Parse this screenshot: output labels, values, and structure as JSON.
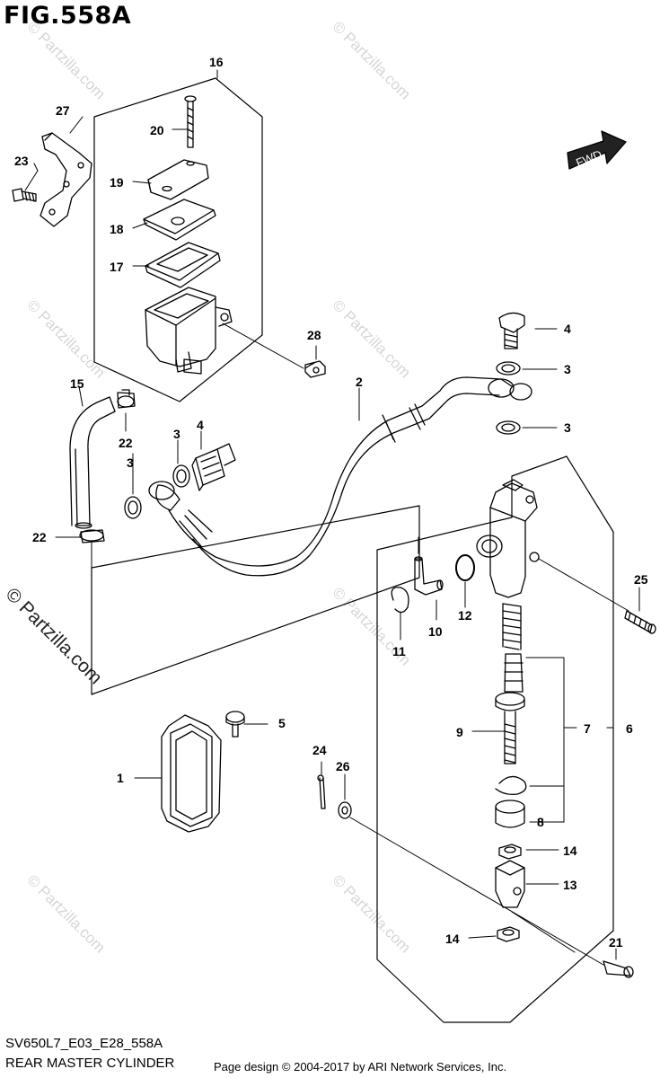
{
  "figure_title": "FIG.558A",
  "model_code": "SV650L7_E03_E28_558A",
  "section_name": "REAR MASTER CYLINDER",
  "credit": "Page design © 2004-2017 by ARI Network Services, Inc.",
  "watermark": "© Partzilla.com",
  "watermark_main": "© Partzilla.com",
  "direction_label": "FWD",
  "part_numbers": [
    "1",
    "2",
    "3",
    "4",
    "5",
    "6",
    "7",
    "8",
    "9",
    "10",
    "11",
    "12",
    "13",
    "14",
    "15",
    "16",
    "17",
    "18",
    "19",
    "20",
    "21",
    "22",
    "23",
    "24",
    "25",
    "26",
    "27",
    "28"
  ]
}
